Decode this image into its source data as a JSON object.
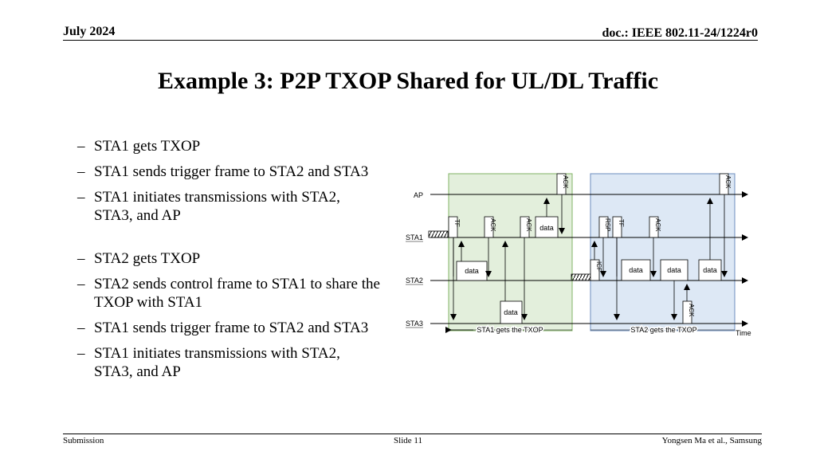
{
  "header": {
    "date": "July 2024",
    "doc": "doc.: IEEE 802.11-24/1224r0"
  },
  "title": "Example 3: P2P TXOP Shared for UL/DL Traffic",
  "bullets": [
    {
      "text": "STA1 gets TXOP"
    },
    {
      "text": "STA1 sends trigger frame to STA2 and STA3"
    },
    {
      "text": "STA1 initiates transmissions with STA2, STA3, and AP"
    },
    {
      "text": "STA2 gets TXOP"
    },
    {
      "text": "STA2 sends control frame to STA1 to share the TXOP with STA1"
    },
    {
      "text": "STA1 sends trigger frame to STA2 and STA3"
    },
    {
      "text": "STA1 initiates transmissions with STA2, STA3, and AP"
    }
  ],
  "diagram": {
    "rows": {
      "ap": "AP",
      "sta1": "STA1",
      "sta2": "STA2",
      "sta3": "STA3"
    },
    "time_label": "Time",
    "periods": {
      "first": "STA1 gets the TXOP",
      "second": "STA2 gets the TXOP"
    },
    "frames": {
      "tf": "TF",
      "ack": "ACK",
      "data": "data",
      "rsp": "RSP",
      "icf": "ICF"
    },
    "colors": {
      "green_zone": "#e3efdc",
      "green_border": "#82b366",
      "blue_zone": "#dde8f5",
      "blue_border": "#6c8ebf"
    }
  },
  "footer": {
    "left": "Submission",
    "center": "Slide 11",
    "right": "Yongsen Ma et al., Samsung"
  }
}
